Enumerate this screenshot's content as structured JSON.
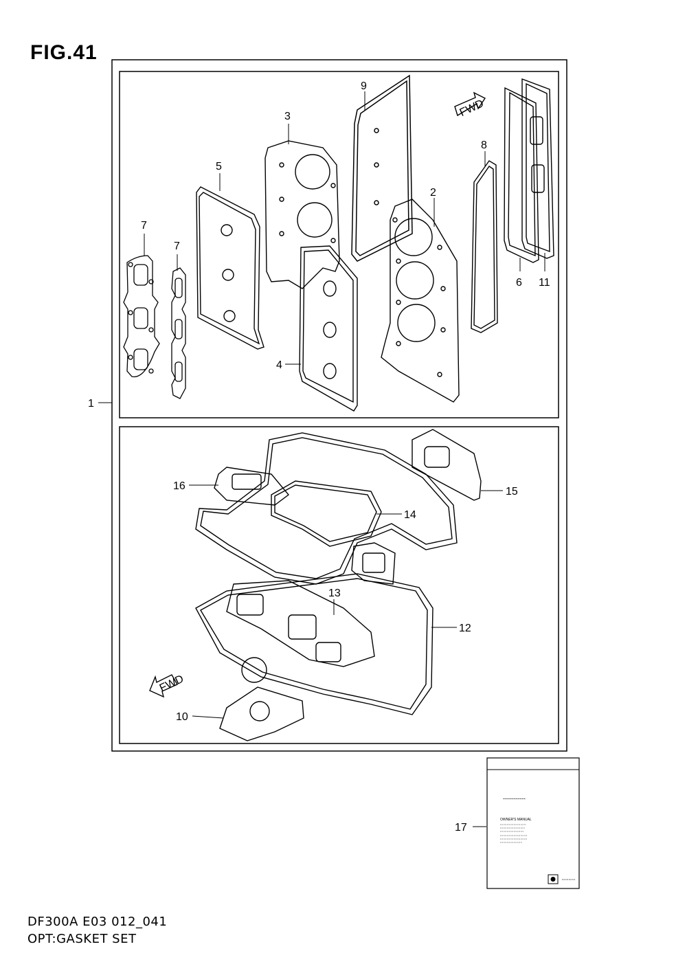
{
  "figure": {
    "title": "FIG.41",
    "model_code": "DF300A E03 012_041",
    "caption": "OPT:GASKET SET"
  },
  "labels": [
    "1",
    "2",
    "3",
    "4",
    "5",
    "6",
    "7",
    "7",
    "8",
    "9",
    "10",
    "11",
    "12",
    "13",
    "14",
    "15",
    "16",
    "17"
  ],
  "fwd_marks": [
    "FWD",
    "FWD"
  ],
  "manual": {
    "heading": "OWNER'S MANUAL",
    "dashes": "-----------"
  }
}
